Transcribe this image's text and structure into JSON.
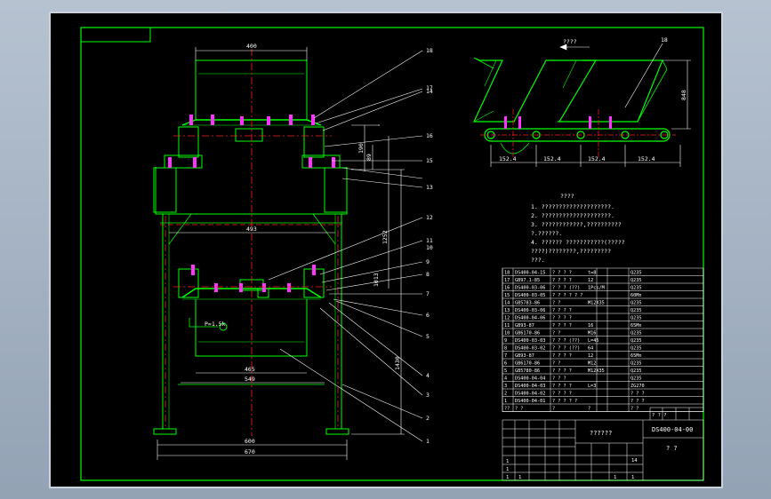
{
  "title_block": {
    "drawing_no": "DS400-04-00",
    "drawing_name": "??????",
    "scale_mark": "? ?",
    "small_row": "? ? ?",
    "cells": [
      "1",
      "1",
      "1",
      "1",
      "14",
      "1",
      "1"
    ]
  },
  "dimensions": {
    "top_width": "400",
    "inner_width": "493",
    "lower_width_a": "465",
    "lower_width_b": "549",
    "base_width": "600",
    "overall_width": "670",
    "height_main": "1430",
    "height_mid": "1252",
    "height_upper": "1013",
    "h_small1": "190",
    "h_small2": "89",
    "right_pitch": [
      "152.4",
      "152.4",
      "152.4",
      "152.4"
    ],
    "right_height": "848",
    "note_label": "P=1.5k"
  },
  "right_view": {
    "label_top": "????",
    "callout": "18"
  },
  "notes": {
    "title": "????",
    "lines": [
      "1. ????????????????????.",
      "2. ????????????????????.",
      "3. ????????????,??????????",
      "   ?.??????.",
      "4. ?????? ???????????(?????",
      "   ????)????????,?????????",
      "   ???."
    ]
  },
  "callouts_right": [
    "1",
    "2",
    "3",
    "4",
    "5",
    "6",
    "7",
    "8",
    "9",
    "10",
    "11",
    "12",
    "13",
    "14",
    "15",
    "16",
    "17",
    "18"
  ],
  "parts_table": [
    {
      "no": "18",
      "code": "DS400-04-15",
      "name": "? ? ? ?",
      "qty": "t=8",
      "mat": "Q235"
    },
    {
      "no": "17",
      "code": "GB97.1-85",
      "name": "? ? ? ?",
      "qty": "12",
      "mat": "Q235"
    },
    {
      "no": "16",
      "code": "DS400-03-06",
      "name": "? ? ? (??)",
      "qty": "1Pcs/M",
      "mat": "Q235"
    },
    {
      "no": "15",
      "code": "DS400-03-05",
      "name": "? ? ? ? ? ?",
      "qty": "",
      "mat": "60Mn"
    },
    {
      "no": "14",
      "code": "GB5783-86",
      "name": "? ?",
      "qty": "M12X35",
      "mat": "Q235"
    },
    {
      "no": "13",
      "code": "DS400-03-06",
      "name": "? ? ? ?",
      "qty": "",
      "mat": "Q235"
    },
    {
      "no": "12",
      "code": "DS400-04-06",
      "name": "? ? ? ?",
      "qty": "",
      "mat": "Q235"
    },
    {
      "no": "11",
      "code": "GB93-87",
      "name": "? ? ? ?",
      "qty": "16",
      "mat": "65Mn"
    },
    {
      "no": "10",
      "code": "GB6170-86",
      "name": "? ?",
      "qty": "M16",
      "mat": "Q235"
    },
    {
      "no": "9",
      "code": "DS400-03-03",
      "name": "? ? ? (??)",
      "qty": "L=45",
      "mat": "Q235"
    },
    {
      "no": "8",
      "code": "DS400-03-02",
      "name": "? ? ? (??)",
      "qty": "64",
      "mat": "Q235"
    },
    {
      "no": "7",
      "code": "GB93-87",
      "name": "? ? ? ?",
      "qty": "12",
      "mat": "65Mn"
    },
    {
      "no": "6",
      "code": "GB6170-86",
      "name": "? ?",
      "qty": "M12",
      "mat": "Q235"
    },
    {
      "no": "5",
      "code": "GB5780-86",
      "name": "? ? ? ?",
      "qty": "M12X35",
      "mat": "Q235"
    },
    {
      "no": "4",
      "code": "DS400-04-04",
      "name": "? ? ?",
      "qty": "",
      "mat": "Q235"
    },
    {
      "no": "3",
      "code": "DS400-04-03",
      "name": "? ? ? ?",
      "qty": "L=3",
      "mat": "ZG270"
    },
    {
      "no": "2",
      "code": "DS400-04-02",
      "name": "? ? ? ?",
      "qty": "",
      "mat": "? ? ?"
    },
    {
      "no": "1",
      "code": "DS400-04-01",
      "name": "? ? ? ? ?",
      "qty": "",
      "mat": "? ? ?"
    },
    {
      "no": "??",
      "code": "? ?",
      "name": "?",
      "qty": "?",
      "mat": "? ?"
    }
  ]
}
